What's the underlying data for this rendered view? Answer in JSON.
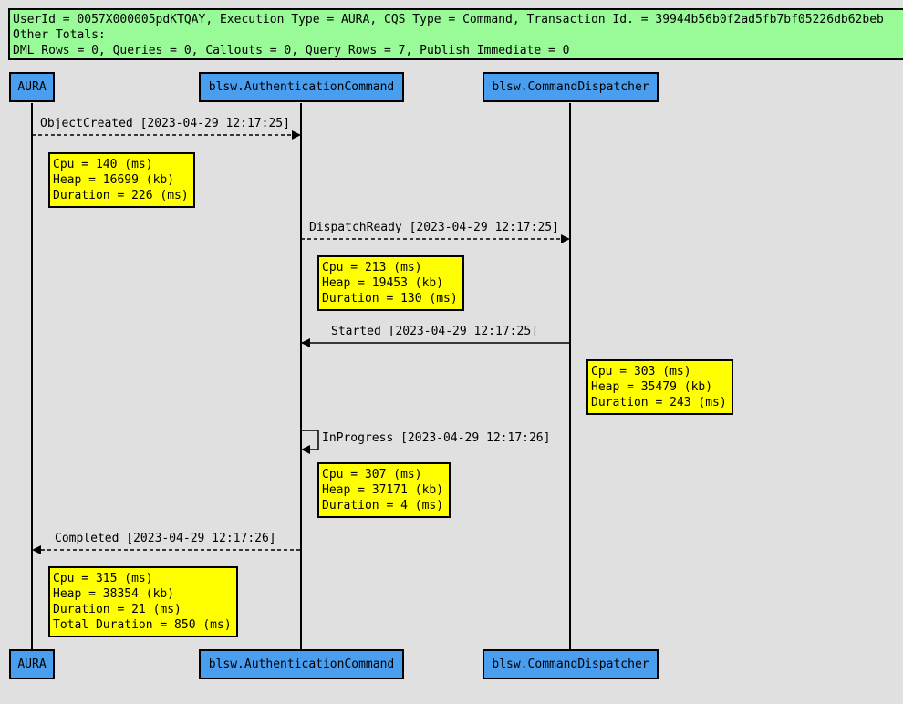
{
  "header": {
    "line1": "UserId = 0057X000005pdKTQAY, Execution Type = AURA, CQS Type = Command, Transaction Id. = 39944b56b0f2ad5fb7bf05226db62beb",
    "line2": "Other Totals:",
    "line3": "DML Rows = 0, Queries = 0, Callouts = 0, Query Rows = 7, Publish Immediate = 0"
  },
  "participants": [
    {
      "label": "AURA"
    },
    {
      "label": "blsw.AuthenticationCommand"
    },
    {
      "label": "blsw.CommandDispatcher"
    }
  ],
  "messages": [
    {
      "label": "ObjectCreated [2023-04-29 12:17:25]",
      "from": "AURA",
      "to": "blsw.AuthenticationCommand",
      "style": "dashed"
    },
    {
      "label": "DispatchReady [2023-04-29 12:17:25]",
      "from": "blsw.AuthenticationCommand",
      "to": "blsw.CommandDispatcher",
      "style": "dashed"
    },
    {
      "label": "Started [2023-04-29 12:17:25]",
      "from": "blsw.CommandDispatcher",
      "to": "blsw.AuthenticationCommand",
      "style": "solid"
    },
    {
      "label": "InProgress [2023-04-29 12:17:26]",
      "from": "blsw.AuthenticationCommand",
      "to": "blsw.AuthenticationCommand",
      "style": "solid"
    },
    {
      "label": "Completed [2023-04-29 12:17:26]",
      "from": "blsw.AuthenticationCommand",
      "to": "AURA",
      "style": "dashed"
    }
  ],
  "notes": [
    {
      "lines": [
        "Cpu = 140 (ms)",
        "Heap = 16699 (kb)",
        "Duration = 226 (ms)"
      ]
    },
    {
      "lines": [
        "Cpu = 213 (ms)",
        "Heap = 19453 (kb)",
        "Duration = 130 (ms)"
      ]
    },
    {
      "lines": [
        "Cpu = 303 (ms)",
        "Heap = 35479 (kb)",
        "Duration = 243 (ms)"
      ]
    },
    {
      "lines": [
        "Cpu = 307 (ms)",
        "Heap = 37171 (kb)",
        "Duration = 4 (ms)"
      ]
    },
    {
      "lines": [
        "Cpu = 315 (ms)",
        "Heap = 38354 (kb)",
        "Duration = 21 (ms)",
        "Total Duration = 850 (ms)"
      ]
    }
  ],
  "colors": {
    "header_bg": "#98fb98",
    "participant_bg": "#4a9ef0",
    "note_bg": "#ffff00",
    "background": "#e0e0e0"
  }
}
